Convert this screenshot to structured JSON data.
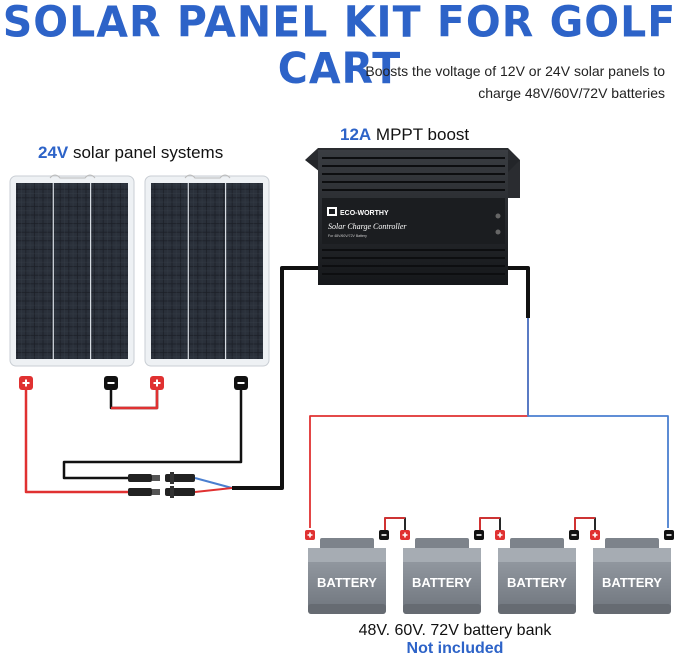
{
  "title": "SOLAR PANEL KIT FOR GOLF CART",
  "subtitle_line1": "Boosts the voltage of 12V or 24V solar panels to",
  "subtitle_line2": "charge 48V/60V/72V batteries",
  "panels": {
    "highlight": "24V",
    "rest": " solar panel systems"
  },
  "controller": {
    "highlight": "12A",
    "rest": " MPPT boost",
    "brand": "ECO-WORTHY",
    "model": "Solar Charge Controller",
    "small": "For 48V/60V/72V Battery"
  },
  "batteries": {
    "label": "BATTERY",
    "count": 4
  },
  "bank": {
    "line1": "48V. 60V. 72V battery bank",
    "line2": "Not included"
  },
  "colors": {
    "accent": "#2d63c8",
    "positive_wire": "#e03131",
    "negative_wire": "#111111",
    "blue_wire": "#4a7fd0",
    "battery": "#8a8f96"
  },
  "icons": [
    "plus-terminal-icon",
    "minus-terminal-icon",
    "mc4-connector-icon"
  ]
}
